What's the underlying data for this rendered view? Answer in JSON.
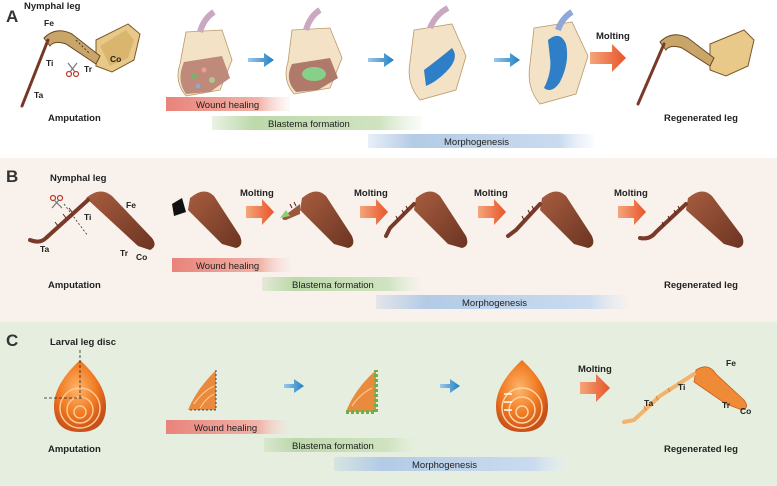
{
  "panels": [
    {
      "letter": "A",
      "title": "Nymphal leg",
      "parts": {
        "fe": "Fe",
        "co": "Co",
        "ti": "Ti",
        "tr": "Tr",
        "ta": "Ta"
      },
      "start_label": "Amputation",
      "end_label": "Regenerated leg",
      "transition": "Molting",
      "bands": [
        "Wound healing",
        "Blastema formation",
        "Morphogenesis"
      ]
    },
    {
      "letter": "B",
      "title": "Nymphal leg",
      "parts": {
        "fe": "Fe",
        "ti": "Ti",
        "tr": "Tr",
        "co": "Co",
        "ta": "Ta"
      },
      "start_label": "Amputation",
      "end_label": "Regenerated leg",
      "transition": "Molting",
      "bands": [
        "Wound healing",
        "Blastema formation",
        "Morphogenesis"
      ]
    },
    {
      "letter": "C",
      "title": "Larval leg disc",
      "parts": {
        "fe": "Fe",
        "ti": "Ti",
        "ta": "Ta",
        "tr": "Tr",
        "co": "Co"
      },
      "start_label": "Amputation",
      "end_label": "Regenerated leg",
      "transition": "Molting",
      "bands": [
        "Wound healing",
        "Blastema formation",
        "Morphogenesis"
      ]
    }
  ],
  "colors": {
    "panel_b_bg": "#f8f1ec",
    "panel_c_bg": "#e6efdf",
    "wound_band": "#e8837a",
    "blastema_band": "#b8d6a6",
    "morpho_band": "#b3cbe6",
    "blue_arrow": "#2a86c8",
    "molting_arrow": "#ec6a3c",
    "leg_brown": "#8a4a32",
    "disc_orange": "#ef7a28"
  }
}
